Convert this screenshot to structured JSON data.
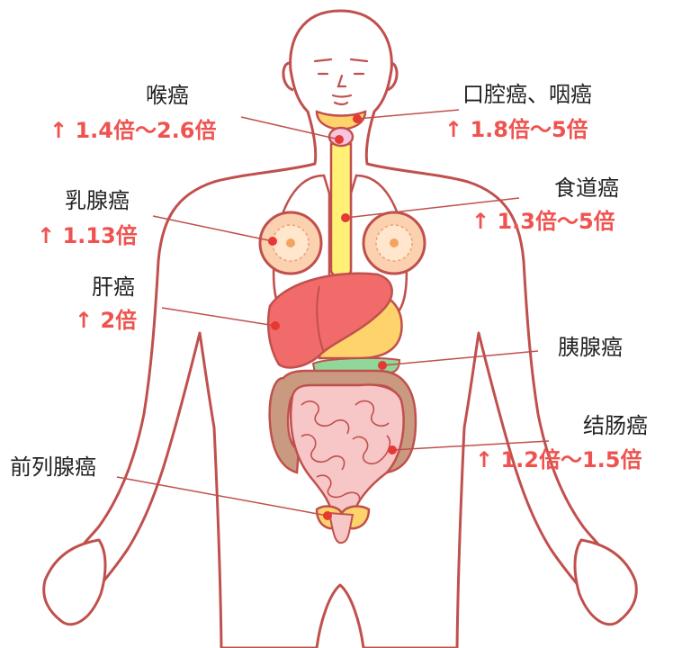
{
  "labels": {
    "laryngeal": {
      "name": "喉癌",
      "risk": "↑ 1.4倍〜2.6倍"
    },
    "oral_pharyngeal": {
      "name": "口腔癌、咽癌",
      "risk": "↑ 1.8倍〜5倍"
    },
    "breast": {
      "name": "乳腺癌",
      "risk": "↑ 1.13倍"
    },
    "esophageal": {
      "name": "食道癌",
      "risk": "↑ 1.3倍〜5倍"
    },
    "liver": {
      "name": "肝癌",
      "risk": "↑ 2倍"
    },
    "pancreatic": {
      "name": "胰腺癌"
    },
    "colorectal": {
      "name": "结肠癌",
      "risk": "↑ 1.2倍〜1.5倍"
    },
    "prostate": {
      "name": "前列腺癌"
    }
  },
  "colors": {
    "outline": "#c0504d",
    "label_dark": "#222222",
    "risk_red": "#ef5350",
    "leader_dot": "#e53935",
    "liver": "#f26b6b",
    "stomach": "#ffd36b",
    "pancreas": "#8fd89a",
    "intestine": "#f7c6c6",
    "colon_outer": "#c99a80",
    "breast_tissue": "#fbd1b0",
    "esophagus": "#fff176"
  }
}
